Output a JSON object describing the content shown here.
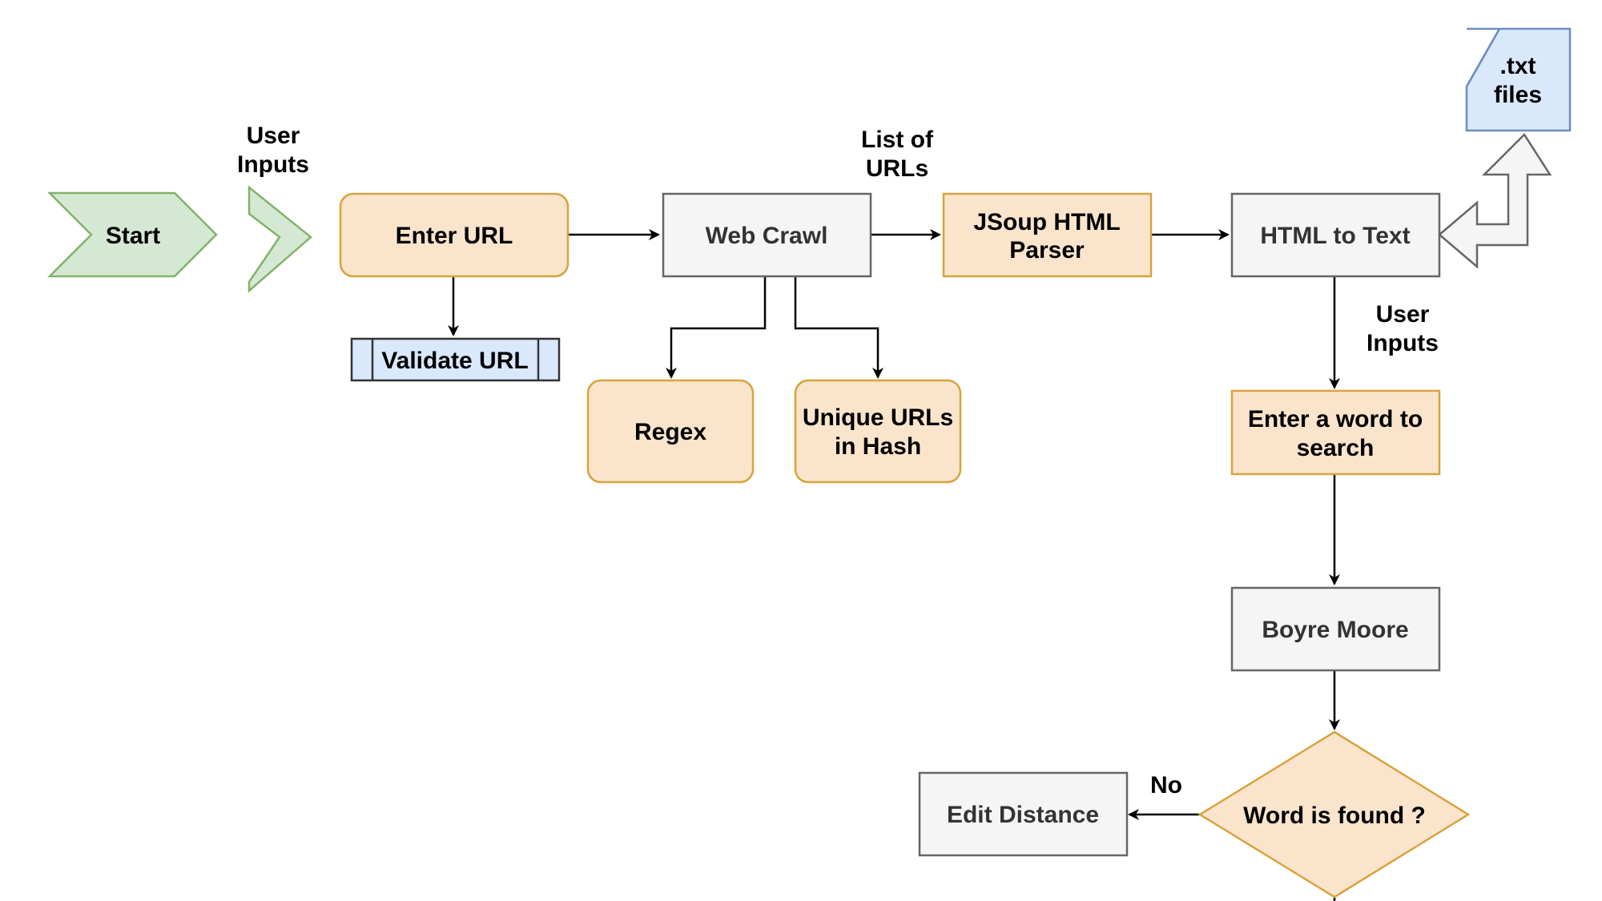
{
  "diagram": {
    "nodes": {
      "start": "Start",
      "user_inputs_1": [
        "User",
        "Inputs"
      ],
      "enter_url": "Enter URL",
      "validate_url": "Validate URL",
      "web_crawl": "Web Crawl",
      "list_of_urls": [
        "List of",
        "URLs"
      ],
      "jsoup_parser": [
        "JSoup HTML",
        "Parser"
      ],
      "html_to_text": "HTML to Text",
      "txt_files": [
        ".txt",
        "files"
      ],
      "regex": "Regex",
      "unique_urls": [
        "Unique URLs",
        "in Hash"
      ],
      "user_inputs_2": [
        "User",
        "Inputs"
      ],
      "enter_word": [
        "Enter a word to",
        "search"
      ],
      "boyre_moore": "Boyre Moore",
      "word_found": "Word is found ?",
      "edit_distance": "Edit Distance",
      "no_label": "No"
    },
    "colors": {
      "green_fill": "#d5e8d4",
      "green_stroke": "#82b366",
      "orange_fill": "#fae5cc",
      "orange_stroke": "#d6a33d",
      "gray_fill": "#f5f5f5",
      "gray_stroke": "#666666",
      "blue_fill": "#dae8fc",
      "blue_stroke": "#6c8ebf"
    }
  }
}
